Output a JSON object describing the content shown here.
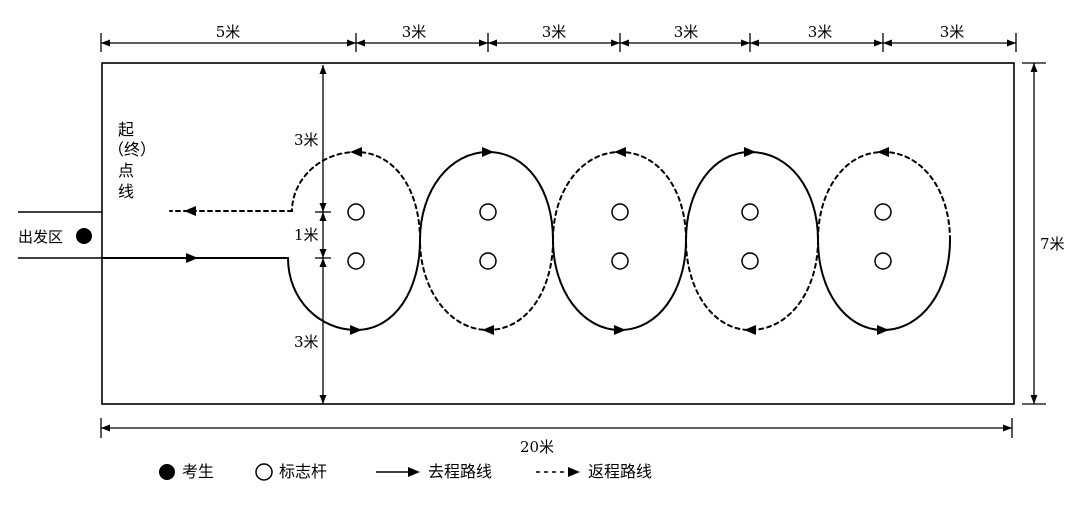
{
  "dimensions": {
    "top_segments": [
      "5米",
      "3米",
      "3米",
      "3米",
      "3米",
      "3米"
    ],
    "left_top": "3米",
    "left_mid": "1米",
    "left_bottom": "3米",
    "right_height": "7米",
    "bottom_width": "20米"
  },
  "labels": {
    "start_finish_line": [
      "起",
      "（终",
      "点",
      "线"
    ],
    "start_area": "出发区"
  },
  "legend": {
    "examinee": "考生",
    "marker_pole": "标志杆",
    "outbound_route": "去程路线",
    "return_route": "返程路线"
  },
  "colors": {
    "ink": "#000000",
    "background": "#ffffff"
  }
}
